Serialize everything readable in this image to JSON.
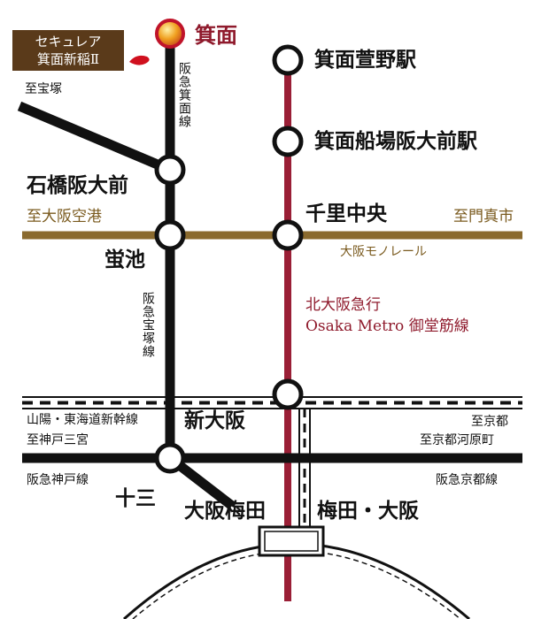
{
  "property": {
    "line1": "セキュレア",
    "line2": "箕面新稲Ⅱ"
  },
  "stations": {
    "minoh": "箕面",
    "minoh_kayano": "箕面萱野駅",
    "minoh_semba": "箕面船場阪大前駅",
    "ishibashi": "石橋阪大前",
    "hotarugaike": "蛍池",
    "senri_chuo": "千里中央",
    "shin_osaka": "新大阪",
    "juso": "十三",
    "osaka_umeda": "大阪梅田",
    "umeda_osaka": "梅田・大阪"
  },
  "directions": {
    "to_takarazuka": "至宝塚",
    "to_airport": "至大阪空港",
    "to_kadoma": "至門真市",
    "to_kobe": "至神戸三宮",
    "to_kyoto": "至京都",
    "to_kawaramachi": "至京都河原町"
  },
  "lines": {
    "minoh_line": "阪急箕面線",
    "takarazuka_line": "阪急宝塚線",
    "monorail": "大阪モノレール",
    "kita_osaka_1": "北大阪急行",
    "kita_osaka_2": "Osaka Metro 御堂筋線",
    "shinkansen": "山陽・東海道新幹線",
    "kobe_line": "阪急神戸線",
    "kyoto_line": "阪急京都線"
  },
  "colors": {
    "hankyu": "#111111",
    "monorail": "#8a6a2e",
    "midosuji": "#9a1f36",
    "minoh_marker": "#e8a020",
    "badge": "#5a3a1a"
  }
}
